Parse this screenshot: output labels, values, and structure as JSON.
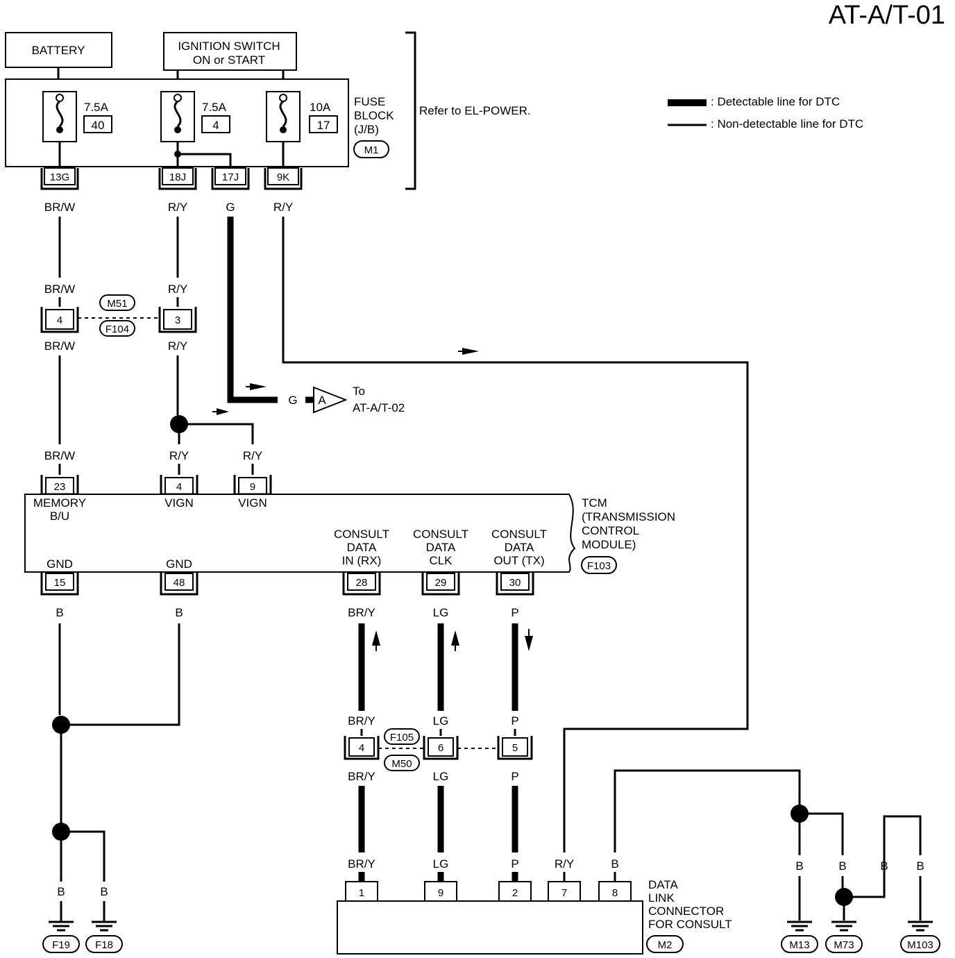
{
  "page_id": "AT-A/T-01",
  "components": {
    "battery": "BATTERY",
    "ignition_line1": "IGNITION SWITCH",
    "ignition_line2": "ON or START",
    "fuse_block_line1": "FUSE",
    "fuse_block_line2": "BLOCK",
    "fuse_block_line3": "(J/B)",
    "fuse_block_conn": "M1",
    "refer": "Refer to EL-POWER.",
    "fuses": [
      {
        "rating": "7.5A",
        "number": "40"
      },
      {
        "rating": "7.5A",
        "number": "4"
      },
      {
        "rating": "10A",
        "number": "17"
      }
    ],
    "fuse_terminals": [
      "13G",
      "18J",
      "17J",
      "9K"
    ]
  },
  "legend": {
    "thick": ": Detectable line for DTC",
    "thin": ": Non-detectable line for DTC"
  },
  "wires": {
    "brw": "BR/W",
    "ry": "R/Y",
    "g": "G",
    "b": "B",
    "bry": "BR/Y",
    "lg": "LG",
    "p": "P"
  },
  "junction_m51": {
    "conn_top": "M51",
    "conn_bottom": "F104",
    "pins": [
      "4",
      "3"
    ]
  },
  "offpage": {
    "wire": "G",
    "marker": "A",
    "to_line1": "To",
    "to_line2": "AT-A/T-02"
  },
  "tcm": {
    "title_lines": [
      "TCM",
      "(TRANSMISSION",
      "CONTROL",
      "MODULE)"
    ],
    "conn": "F103",
    "top_pins": [
      "23",
      "4",
      "9"
    ],
    "top_labels": {
      "memory1": "MEMORY",
      "memory2": "B/U",
      "vign1": "VIGN",
      "vign2": "VIGN"
    },
    "bottom_pins": [
      "15",
      "48",
      "28",
      "29",
      "30"
    ],
    "bottom_labels": {
      "gnd1": "GND",
      "gnd2": "GND",
      "rx": [
        "CONSULT",
        "DATA",
        "IN (RX)"
      ],
      "clk": [
        "CONSULT",
        "DATA",
        "CLK"
      ],
      "tx": [
        "CONSULT",
        "DATA",
        "OUT (TX)"
      ]
    }
  },
  "junction_f105": {
    "conn_top": "F105",
    "conn_bottom": "M50",
    "pins": [
      "4",
      "6",
      "5"
    ]
  },
  "dlc": {
    "title_lines": [
      "DATA",
      "LINK",
      "CONNECTOR",
      "FOR CONSULT"
    ],
    "conn": "M2",
    "pins": [
      "1",
      "9",
      "2",
      "7",
      "8"
    ]
  },
  "grounds": [
    "F19",
    "F18",
    "M13",
    "M73",
    "M103"
  ]
}
